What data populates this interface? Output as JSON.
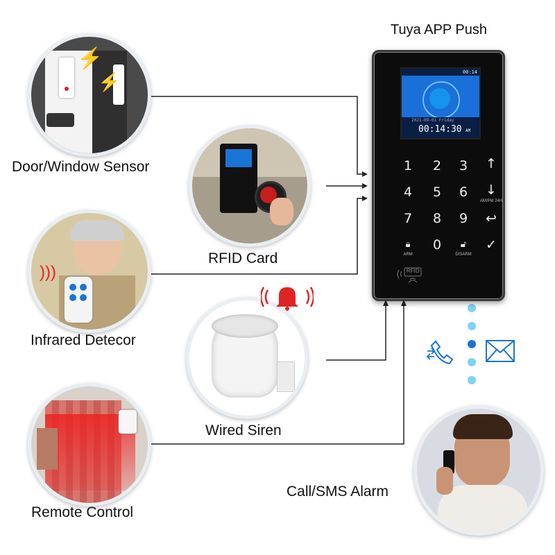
{
  "labels": {
    "door_window": "Door/Window Sensor",
    "rfid": "RFID Card",
    "infrared": "Infrared Detecor",
    "siren": "Wired Siren",
    "remote": "Remote Control",
    "call_sms": "Call/SMS Alarm",
    "tuya": "Tuya APP Push"
  },
  "panel": {
    "status_time_top": "00:14",
    "date": "2021-09-01  Friday",
    "clock": "00:14:30",
    "clock_ampm": "AM",
    "keys": [
      "1",
      "2",
      "3",
      "4",
      "5",
      "6",
      "7",
      "8",
      "9",
      "0"
    ],
    "rfid_text": "RFID",
    "arm_label": "ARM",
    "disarm_label": "DISARM",
    "home_arm_label": "AM/PM 24H"
  },
  "colors": {
    "connector": "#222222",
    "accent_blue": "#1a74d6",
    "dot_blue": "#7dd3f5",
    "alarm_red": "#e02424"
  },
  "icons": [
    "bell-icon",
    "phone-icon",
    "envelope-icon",
    "arrow-up-icon",
    "arrow-down-icon",
    "back-icon",
    "check-icon",
    "lock-icon",
    "unlock-icon",
    "rfid-icon"
  ]
}
